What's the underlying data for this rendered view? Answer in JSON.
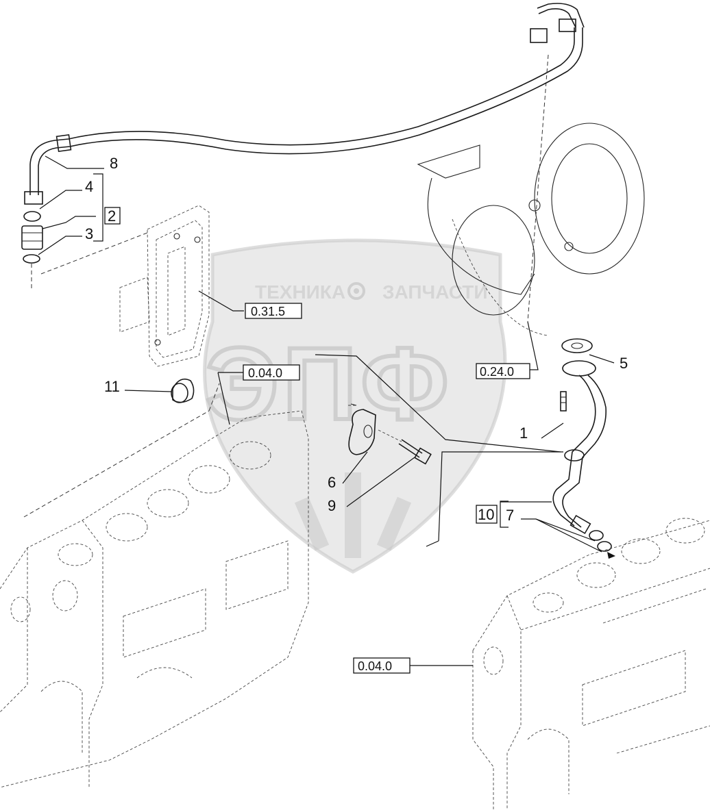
{
  "callouts": {
    "c1": "1",
    "c2": "2",
    "c3": "3",
    "c4": "4",
    "c5": "5",
    "c6": "6",
    "c7": "7",
    "c8": "8",
    "c9": "9",
    "c10": "10",
    "c11": "11"
  },
  "references": {
    "ref_0_31_5": "0.31.5",
    "ref_0_04_0_top": "0.04.0",
    "ref_0_24_0": "0.24.0",
    "ref_0_04_0_bottom": "0.04.0"
  },
  "watermark": {
    "top_text_left": "ТЕХНИКА",
    "top_text_right": "ЗАПЧАСТИ",
    "logo_text": "ЭПФ"
  }
}
